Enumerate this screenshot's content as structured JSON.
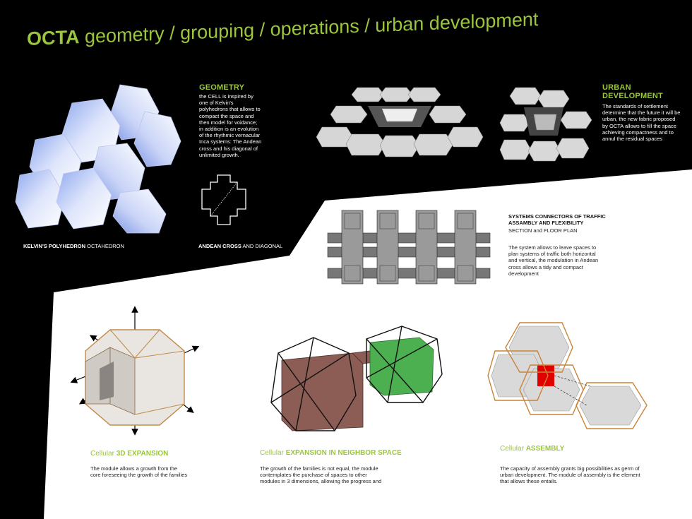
{
  "title": {
    "brand": "OCTA",
    "rest": "geometry / grouping / operations / urban development"
  },
  "geometry": {
    "heading": "GEOMETRY",
    "body": " the CELL is inspired by one of Kelvin's polyhedrons that allows to compact the space and then  model for voidance; in addition is an evolution of the rhythmic vernacular Inca systems: The Andean cross and his diagonal of unlimited growth.",
    "kelvin_caption_bold": "KELVIN'S POLYHEDRON",
    "kelvin_caption_rest": " OCTAHEDRON",
    "cross_caption_bold": "ANDEAN CROSS",
    "cross_caption_rest": " AND DIAGONAL"
  },
  "urban": {
    "heading": "URBAN DEVELOPMENT",
    "body": "The standards of settlement determine that the future it will be urban, the new fabric proposed by OCTA allows to fill the space achieving compactness and to annul the residual spaces"
  },
  "systems": {
    "heading": "SYSTEMS CONNECTORS OF TRAFFIC ASSAMBLY AND FLEXIBILITY",
    "sub": "SECTION and FLOOR PLAN",
    "body": "The system allows to leave spaces to plan systems of traffic both horizontal and vertical, the modulation in Andean cross allows a tidy and compact development"
  },
  "expansion3d": {
    "pre": "Cellular ",
    "main": "3D EXPANSION",
    "body": "The module allows a growth from the core foreseeing the growth of the families"
  },
  "neighbor": {
    "pre": "Cellular ",
    "main": "EXPANSION IN NEIGHBOR SPACE",
    "body": "The growth of the families is not equal, the module contemplates the purchase of spaces to other modules in 3 dimensions, allowing the progress and"
  },
  "assembly": {
    "pre": "Cellular ",
    "main": "ASSEMBLY",
    "body": "The capacity of assembly grants big possibilities as germ of urban development. The module of assembly is the element that allows these entails."
  },
  "colors": {
    "accent_green": "#9bc53d",
    "dark": "#000000",
    "light": "#ffffff",
    "wire": "#c8843a",
    "neighbor_fill": "#8c5d55",
    "cell_green": "#4caf50",
    "core_red": "#e00000"
  }
}
